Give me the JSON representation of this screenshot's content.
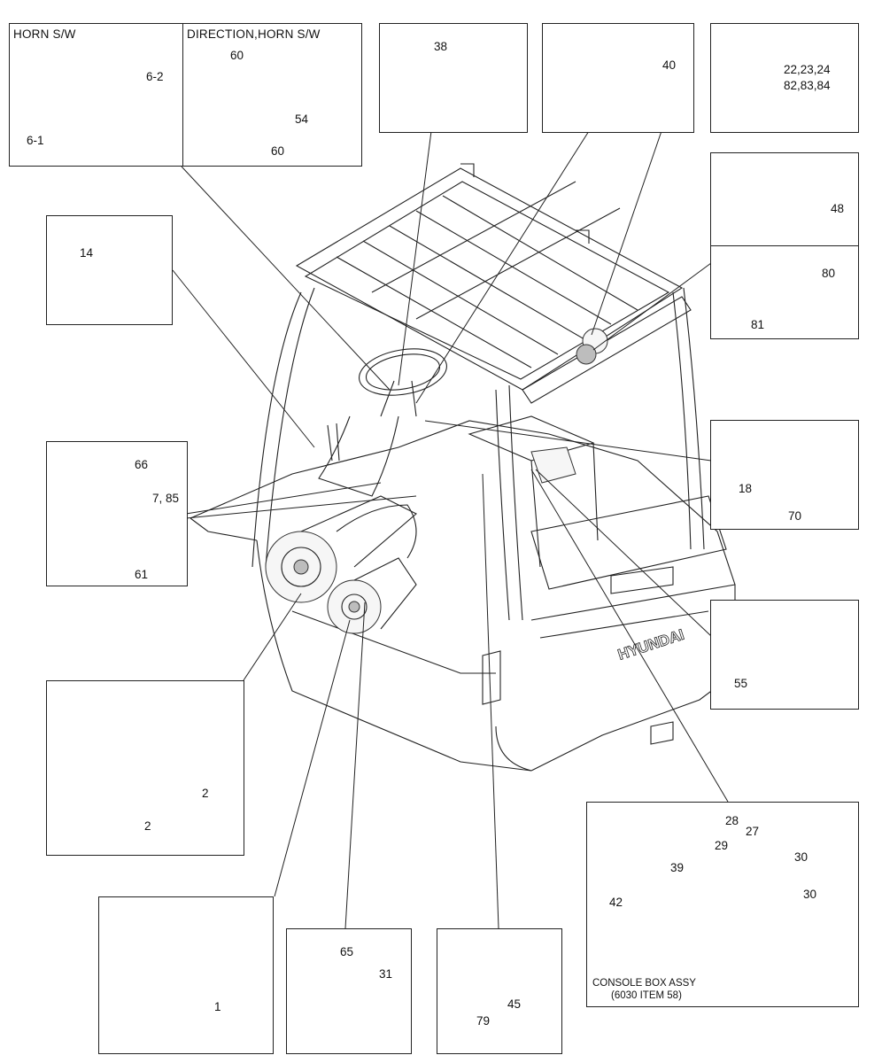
{
  "panels": {
    "horn_sw": {
      "title": "HORN S/W",
      "labels": [
        "6-2",
        "6-1"
      ]
    },
    "direction_horn_sw": {
      "title": "DIRECTION,HORN S/W",
      "labels": [
        "60",
        "54",
        "60"
      ]
    },
    "key_switch": {
      "labels": [
        "38"
      ]
    },
    "display": {
      "labels": [
        "40"
      ]
    },
    "beacon": {
      "labels": [
        "22,23,24",
        "82,83,84"
      ]
    },
    "work_lamp": {
      "labels": [
        "48"
      ]
    },
    "rear_lamp": {
      "labels": [
        "80",
        "81"
      ]
    },
    "switch_14": {
      "labels": [
        "14"
      ]
    },
    "accelerator": {
      "labels": [
        "66",
        "7, 85",
        "61"
      ]
    },
    "controller": {
      "labels": [
        "18",
        "70"
      ]
    },
    "buzzer": {
      "labels": [
        "55"
      ]
    },
    "motors": {
      "labels": [
        "2",
        "2"
      ]
    },
    "motor_1": {
      "labels": [
        "1"
      ]
    },
    "sensor_31": {
      "labels": [
        "65",
        "31"
      ]
    },
    "pressure_switch": {
      "labels": [
        "79",
        "45"
      ]
    },
    "console": {
      "labels": [
        "28",
        "27",
        "29",
        "30",
        "39",
        "42",
        "30"
      ],
      "caption_line1": "CONSOLE BOX ASSY",
      "caption_line2": "(6030 ITEM 58)"
    }
  },
  "truck": {
    "brand": "HYUNDAI"
  }
}
